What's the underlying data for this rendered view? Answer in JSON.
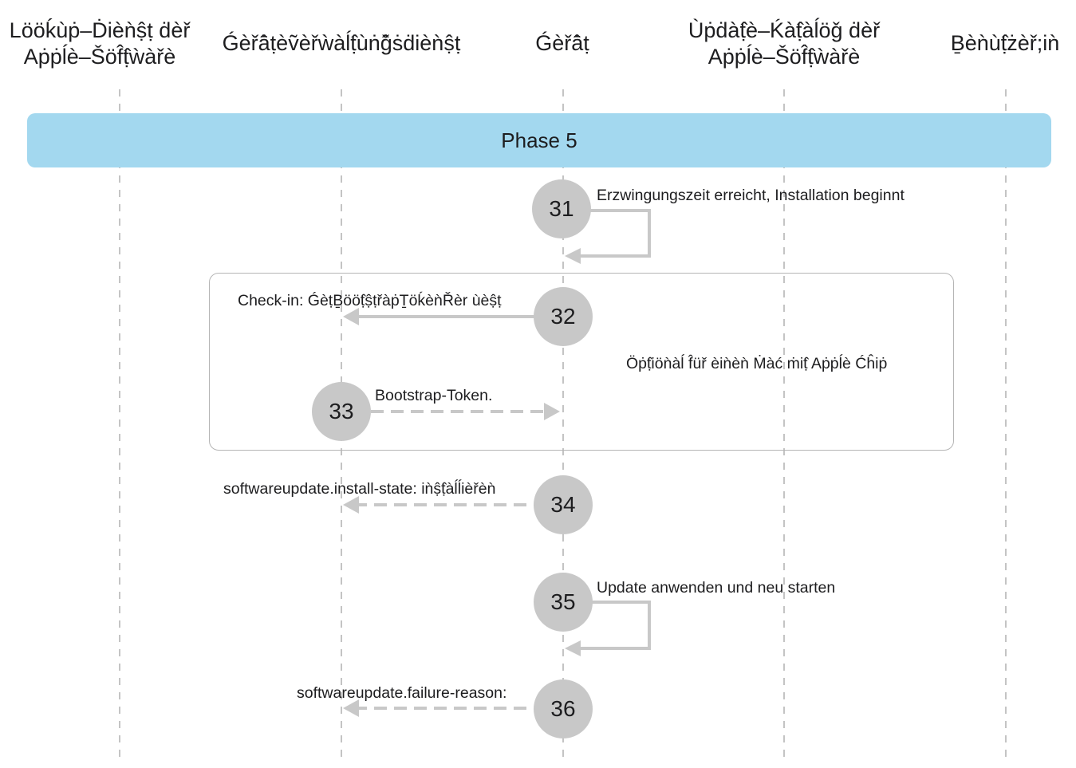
{
  "lanes": [
    {
      "line1": "Lööḱùṗ–Ḋièǹṣ̂ṭ ḋèř",
      "line2": "Aṗṗĺè–Šöf̂ṭ̂ẁàřè"
    },
    {
      "line1": "Ǵèřā̂ṭèṽèřẁàĺṭ̂ùṅǧ̂ṡḋièǹṣ̂ṭ",
      "line2": ""
    },
    {
      "line1": "Ǵèřā̂ṭ",
      "line2": ""
    },
    {
      "line1": "Ùṗḋàṭ̂è–Ḱàṭ̂àĺöǧ ḋèř",
      "line2": "Aṗṗĺè–Šöf̂ṭ̂ẁàřè"
    },
    {
      "line1": "Ḇèǹùṭ̂żèř;iǹ",
      "line2": ""
    }
  ],
  "phase": "Phase 5",
  "optional_box_label": "Öṗṭ̂iöǹàĺ f̂üř èiǹèǹ Ṁàć ṁiṭ̂ Aṗṗĺè Ćĥiṗ",
  "steps": [
    {
      "number": "31",
      "label": "Erzwingungszeit erreicht, Installation beginnt"
    },
    {
      "number": "32",
      "label_prefix": "Check-in: ",
      "label_code": "ǴèṭḆööṭ̂ṣ̂ṭřàṗṮöḱèǹŘèr ùèṣ̂ṭ"
    },
    {
      "number": "33",
      "label": "Bootstrap-Token."
    },
    {
      "number": "34",
      "label_prefix": "softwareupdate.install-state: ",
      "label_code": "iǹṣ̂ṭ̂àĺĺièřèǹ"
    },
    {
      "number": "35",
      "label": "Update anwenden und neu starten"
    },
    {
      "number": "36",
      "label": "softwareupdate.failure-reason:"
    }
  ],
  "colors": {
    "phase_bar": "#a3d8ef",
    "step_circle": "#c8c8c8",
    "arrow": "#c8c8c8",
    "lifeline": "#b0b0b0",
    "box_border": "#b5b5b5"
  }
}
